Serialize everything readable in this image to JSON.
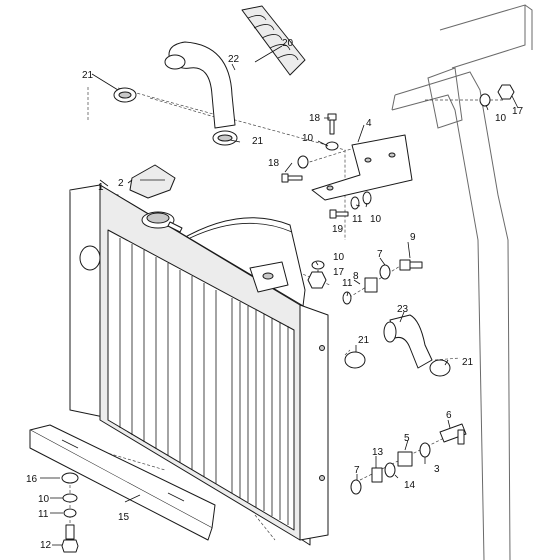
{
  "callouts": [
    "1",
    "2",
    "3",
    "4",
    "5",
    "6",
    "7",
    "8",
    "9",
    "10",
    "11",
    "12",
    "13",
    "14",
    "15",
    "16",
    "17",
    "18",
    "19",
    "20",
    "21",
    "22",
    "23"
  ],
  "labels": {
    "p20": "20",
    "p22": "22",
    "p21a": "21",
    "p21b": "21",
    "p18a": "18",
    "p18b": "18",
    "p10a": "10",
    "p4": "4",
    "p10b": "10",
    "p17a": "17",
    "p2": "2",
    "p1": "1",
    "p19": "19",
    "p11a": "11",
    "p10c": "10",
    "p9": "9",
    "p10d": "10",
    "p17b": "17",
    "p7a": "7",
    "p8": "8",
    "p11b": "11",
    "p23": "23",
    "p21c": "21",
    "p21d": "21",
    "p6": "6",
    "p13": "13",
    "p5": "5",
    "p3": "3",
    "p14": "14",
    "p7b": "7",
    "p16": "16",
    "p10e": "10",
    "p11c": "11",
    "p15": "15",
    "p12": "12"
  }
}
